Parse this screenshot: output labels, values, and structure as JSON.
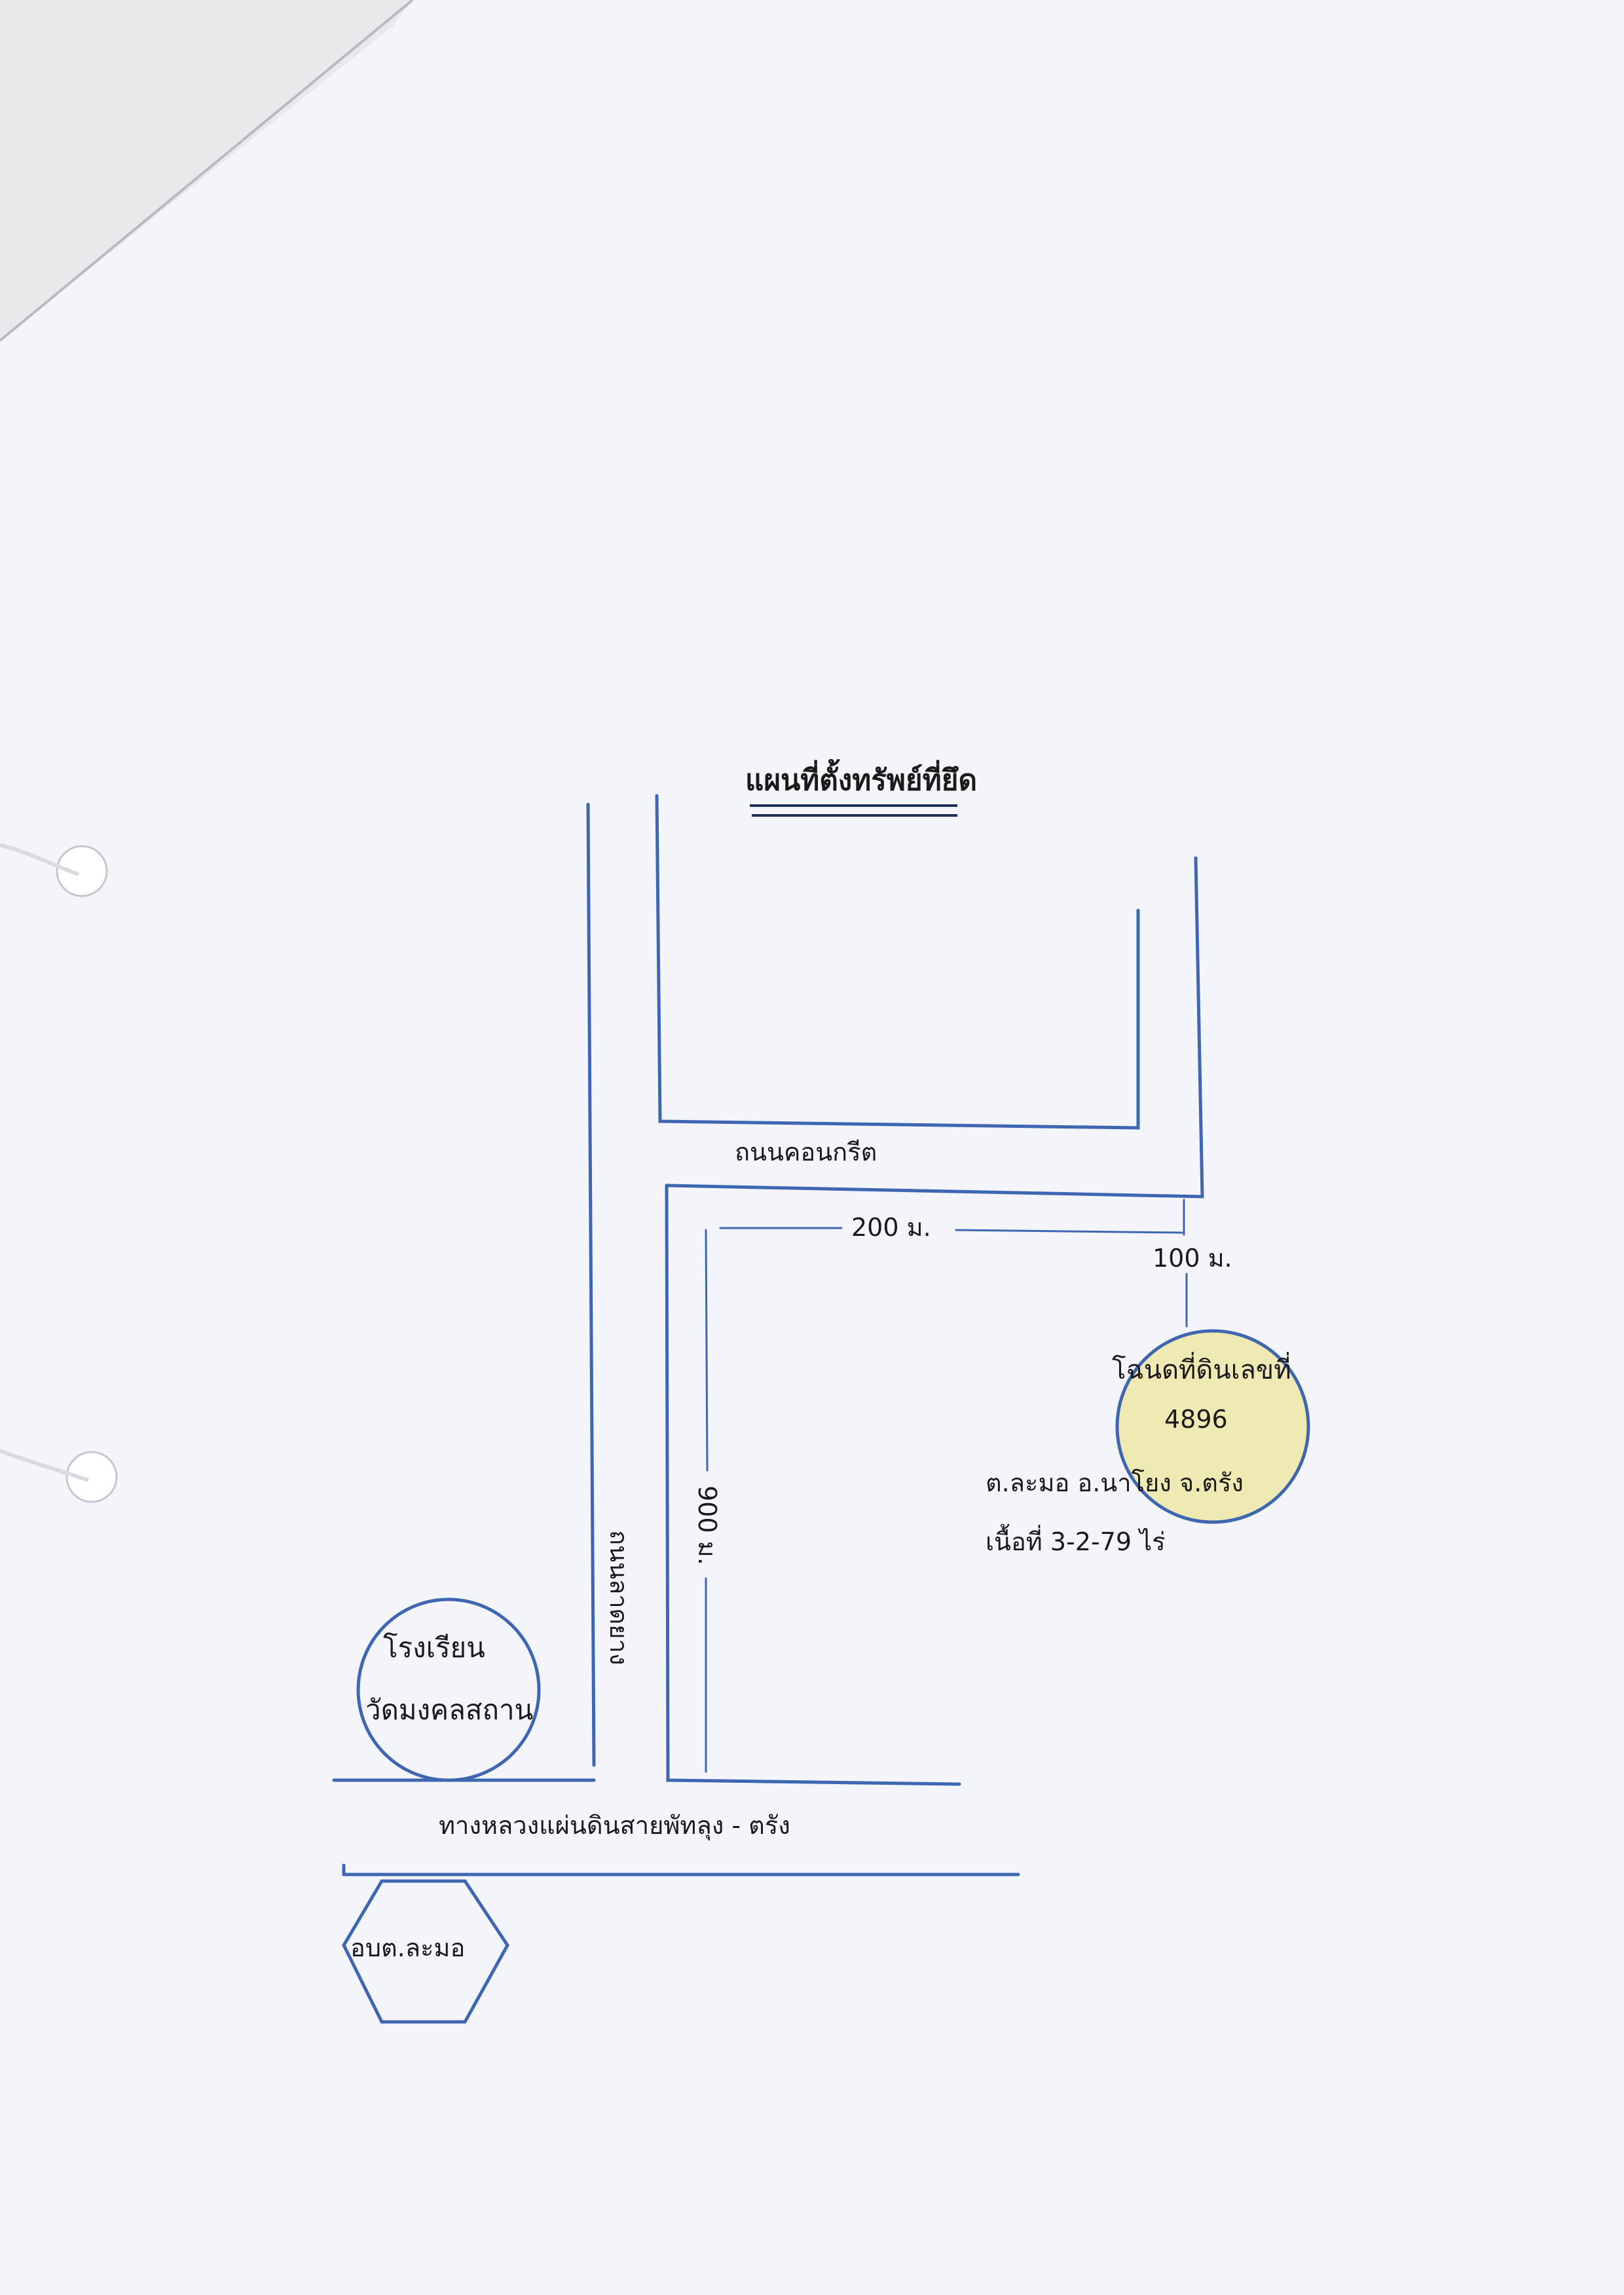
{
  "map": {
    "title": "แผนที่ตั้งทรัพย์ที่ยึด",
    "labels": {
      "concrete_road": "ถนนคอนกรีต",
      "asphalt_road": "ถนนลาดยาง",
      "highway": "ทางหลวงแผ่นดินสายพัทลุง - ตรัง"
    },
    "distances": {
      "horizontal": "200 ม.",
      "to_parcel": "100 ม.",
      "vertical": "900 ม."
    },
    "parcel": {
      "title": "โฉนดที่ดินเลขที่",
      "number": "4896",
      "location": "ต.ละมอ อ.นาโยง จ.ตรัง",
      "area": "เนื้อที่ 3-2-79 ไร่"
    },
    "school": {
      "line1": "โรงเรียน",
      "line2": "วัดมงคลสถาน"
    },
    "office": "อบต.ละมอ"
  },
  "colors": {
    "paper": "#f4f5fb",
    "road_line": "#3f66b0",
    "text": "#1a1a1a",
    "parcel_fill": "#efe9b4"
  }
}
